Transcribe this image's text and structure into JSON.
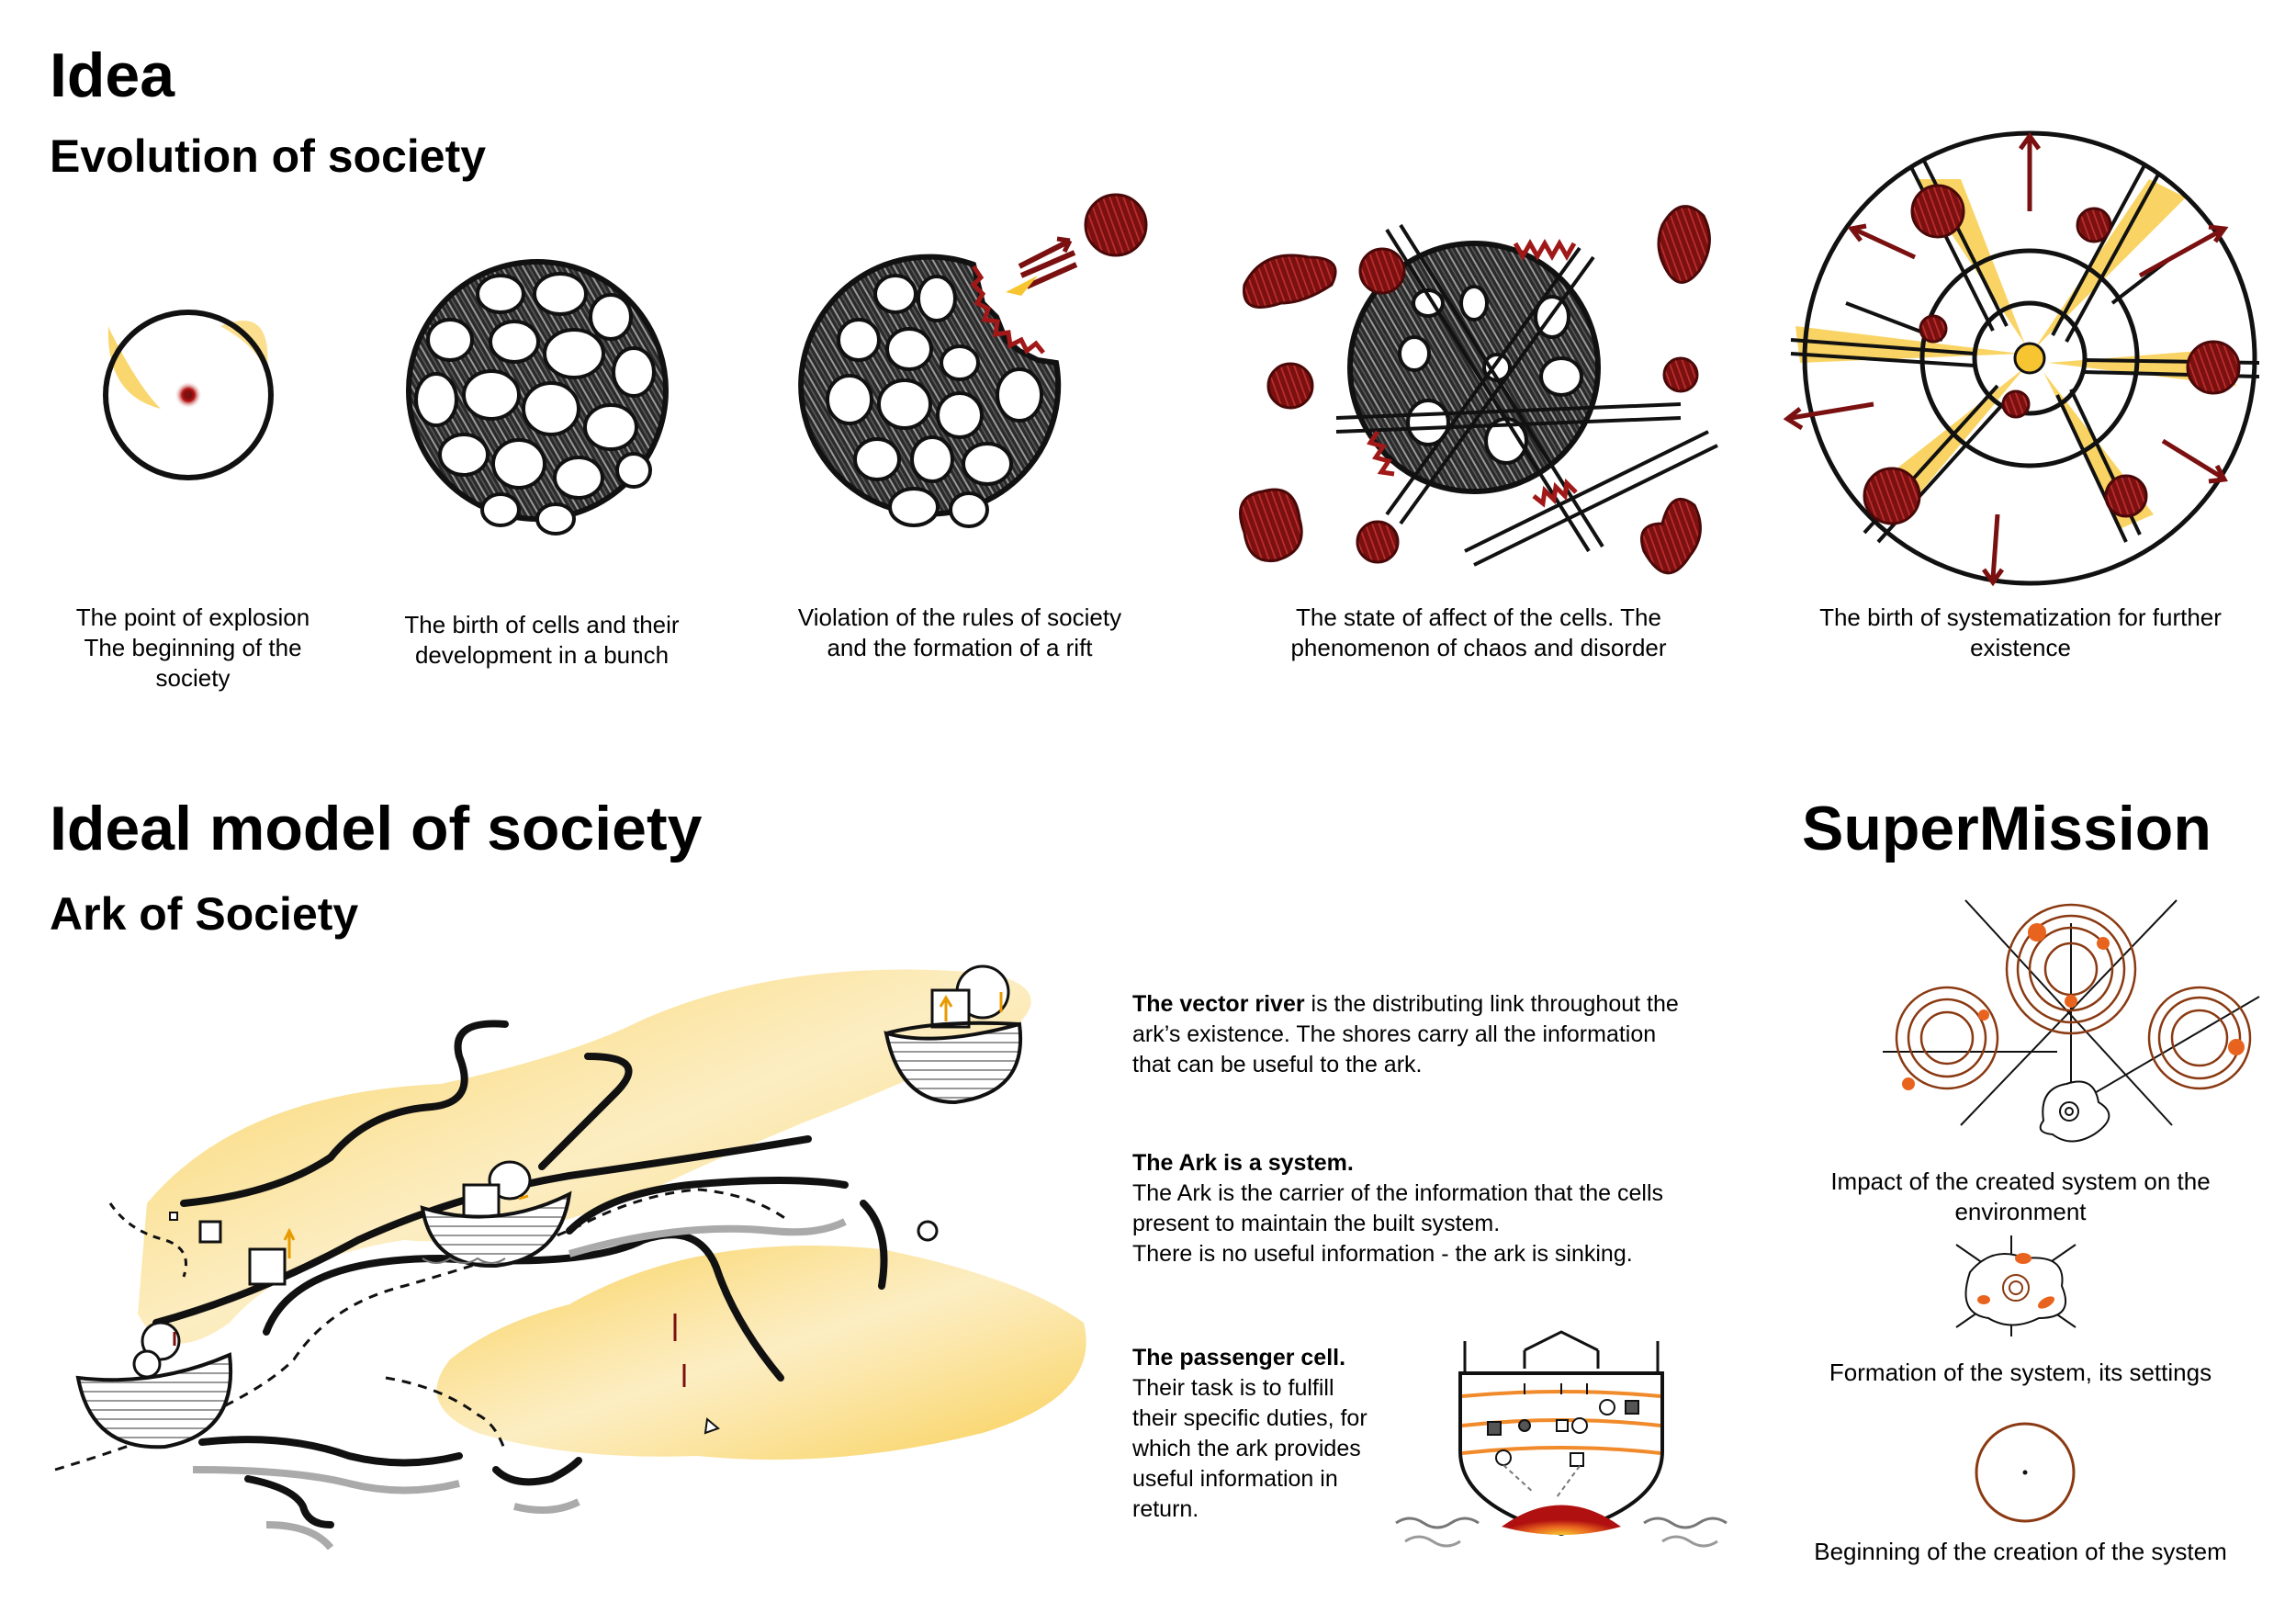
{
  "idea": {
    "title": "Idea",
    "subtitle": "Evolution of society",
    "stages": [
      {
        "lines": [
          "The point of explosion",
          "The beginning of the",
          "society"
        ]
      },
      {
        "lines": [
          "The birth of cells and their",
          "development in a bunch"
        ]
      },
      {
        "lines": [
          "Violation of the rules of society",
          "and the formation of a rift"
        ]
      },
      {
        "lines": [
          "The state of affect of the cells. The",
          "phenomenon of chaos and disorder"
        ]
      },
      {
        "lines": [
          "The birth of systematization for further",
          "existence"
        ]
      }
    ]
  },
  "ideal_model": {
    "title": "Ideal model of society",
    "subtitle": "Ark of Society",
    "paragraphs": [
      {
        "bold": "The vector river",
        "lines": [
          " is the distributing link throughout the",
          "ark’s existence. The shores carry all the information",
          "that can be useful to the ark."
        ]
      },
      {
        "bold": "The Ark is a system.",
        "lines": [
          "The Ark is the carrier of the information that the cells",
          "present to maintain the built system.",
          "There is no useful information - the ark is sinking."
        ]
      },
      {
        "bold": "The passenger cell.",
        "lines": [
          "Their task is to fulfill",
          "their specific duties, for",
          "which the ark provides",
          "useful information in",
          "return."
        ]
      }
    ]
  },
  "supermission": {
    "title": "SuperMission",
    "captions": [
      {
        "lines": [
          "Impact of the created system on the",
          "environment"
        ]
      },
      {
        "lines": [
          "Formation of the system, its settings"
        ]
      },
      {
        "lines": [
          "Beginning of the creation of the system"
        ]
      }
    ]
  },
  "colors": {
    "dark_red": "#7a1010",
    "yellow": "#f7c531",
    "orange": "#e8641e",
    "brown": "#8a3a12"
  }
}
